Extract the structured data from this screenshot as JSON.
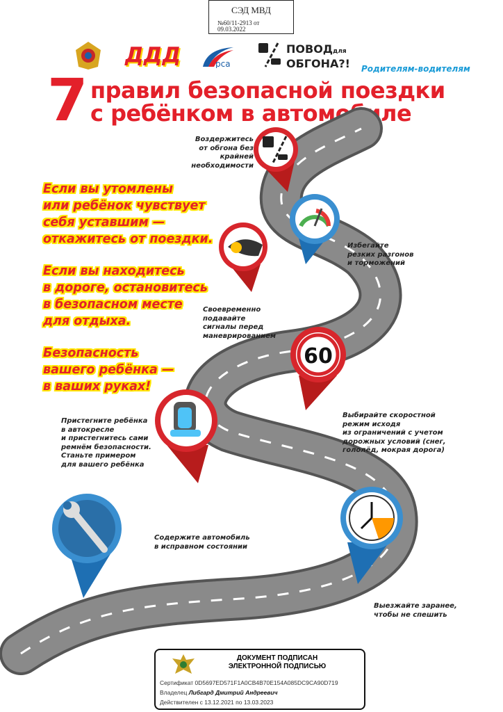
{
  "stamp": {
    "system": "СЭД МВД",
    "number": "№60/11-2913 от",
    "date": "09.03.2022"
  },
  "logos": {
    "gibdd": "gibdd-emblem",
    "ddd": "ДДД",
    "rsa": "рса",
    "campaign_line1": "ПОВОД",
    "campaign_small": "для",
    "campaign_line2": "ОБГОНА?!"
  },
  "audience": "Родителям-водителям",
  "title": {
    "number": "7",
    "line1": "правил безопасной поездки",
    "line2": "с ребёнком в автомобиле"
  },
  "side_text": {
    "p1": [
      "Если вы утомлены",
      "или ребёнок чувствует",
      "себя уставшим —",
      "откажитесь от поездки."
    ],
    "p2": [
      "Если вы находитесь",
      "в дороге, остановитесь",
      "в безопасном месте",
      "для отдыха."
    ],
    "p3": [
      "Безопасность",
      "вашего ребёнка —",
      "в ваших руках!"
    ]
  },
  "rules": [
    {
      "text": [
        "Воздержитесь",
        "от обгона без крайней",
        "необходимости"
      ],
      "icon": "overtaking-icon",
      "color": "#d7262c"
    },
    {
      "text": [
        "Избегайте",
        "резких разгонов",
        "и торможений"
      ],
      "icon": "speedometer-icon",
      "color": "#3a8fd0"
    },
    {
      "text": [
        "Своевременно",
        "подавайте",
        "сигналы перед",
        "маневрированием"
      ],
      "icon": "headlight-icon",
      "color": "#d7262c"
    },
    {
      "text": [
        "Выбирайте скоростной",
        "режим исходя",
        "из ограничений с учетом",
        "дорожных условий (снег,",
        "гололёд, мокрая дорога)"
      ],
      "icon": "speed-limit-icon",
      "sign": "60",
      "color": "#d7262c"
    },
    {
      "text": [
        "Пристегните ребёнка",
        "в автокресле",
        "и пристегнитесь сами",
        "ремнём безопасности.",
        "Станьте примером",
        "для вашего ребёнка"
      ],
      "icon": "car-seat-icon",
      "color": "#d7262c"
    },
    {
      "text": [
        "Выезжайте заранее,",
        "чтобы не спешить"
      ],
      "icon": "clock-icon",
      "color": "#3a8fd0"
    },
    {
      "text": [
        "Содержите автомобиль",
        "в исправном состоянии"
      ],
      "icon": "wrench-icon",
      "color": "#3a8fd0"
    }
  ],
  "signature": {
    "heading1": "ДОКУМЕНТ ПОДПИСАН",
    "heading2": "ЭЛЕКТРОННОЙ ПОДПИСЬЮ",
    "certificate_label": "Сертификат",
    "certificate": "0D5697ED571F1A0CB4B70E154A085DC9CA90D719",
    "owner_label": "Владелец",
    "owner": "Либгард Дмитрий Андреевич",
    "valid": "Действителен с 13.12.2021 по 13.03.2023"
  },
  "colors": {
    "red": "#e3202a",
    "blue": "#1a9bd7",
    "yellow": "#ffe600",
    "road": "#8a8a8a"
  }
}
